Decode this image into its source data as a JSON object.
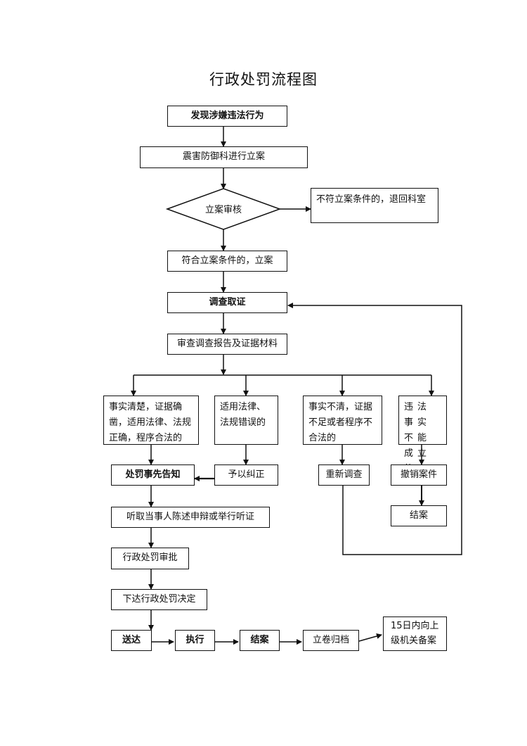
{
  "title": "行政处罚流程图",
  "nodes": {
    "discover": "发现涉嫌违法行为",
    "register_by_dept": "震害防御科进行立案",
    "review": "立案审核",
    "reject": "不符立案条件的，退回科室",
    "accept": "符合立案条件的，立案",
    "investigate": "调查取证",
    "examine": "审查调查报告及证据材料",
    "branch_clear": "事实清楚，证据确凿，适用法律、法规正确，程序合法的",
    "branch_law_error": "适用法律、法规错误的",
    "branch_unclear": "事实不清，证据不足或者程序不合法的",
    "branch_not_established": "违法事实不能成立的",
    "prior_notice": "处罚事先告知",
    "correct": "予以纠正",
    "reinvestigate": "重新调查",
    "revoke": "撤销案件",
    "close_revoked": "结案",
    "hearing": "听取当事人陈述申辩或举行听证",
    "approval": "行政处罚审批",
    "decision": "下达行政处罚决定",
    "deliver": "送达",
    "execute": "执行",
    "close": "结案",
    "archive": "立卷归档",
    "file_record": "15日内向上级机关备案"
  }
}
